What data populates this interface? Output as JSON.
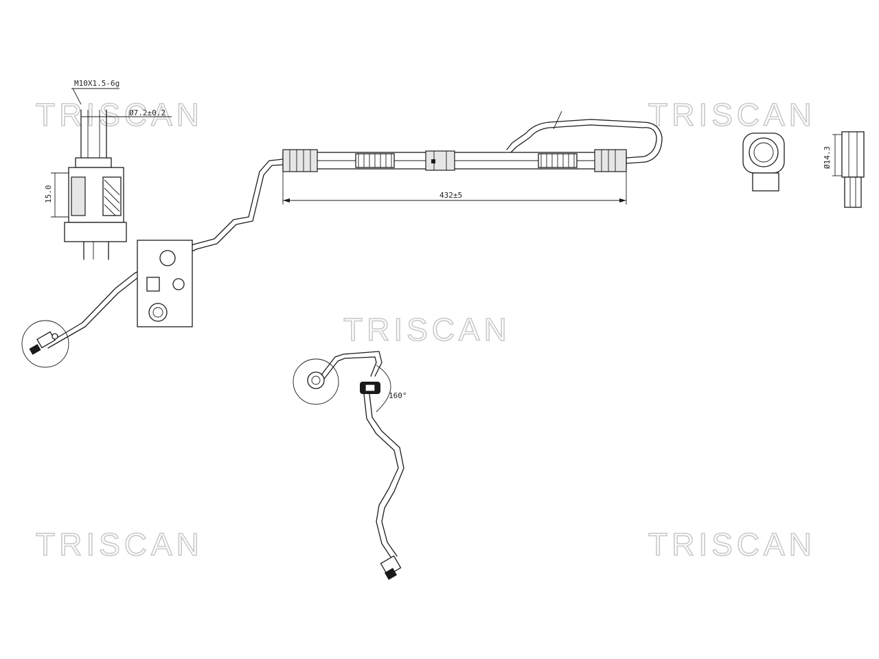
{
  "watermark": "TRISCAN",
  "dimensions": {
    "thread": "M10X1.5-6g",
    "fitting_diameter": "Ø7.2±0.2",
    "fitting_length": "15.0",
    "hose_length": "432±5",
    "banjo_bore": "Ø14.3",
    "rotation_angle": "160°"
  }
}
